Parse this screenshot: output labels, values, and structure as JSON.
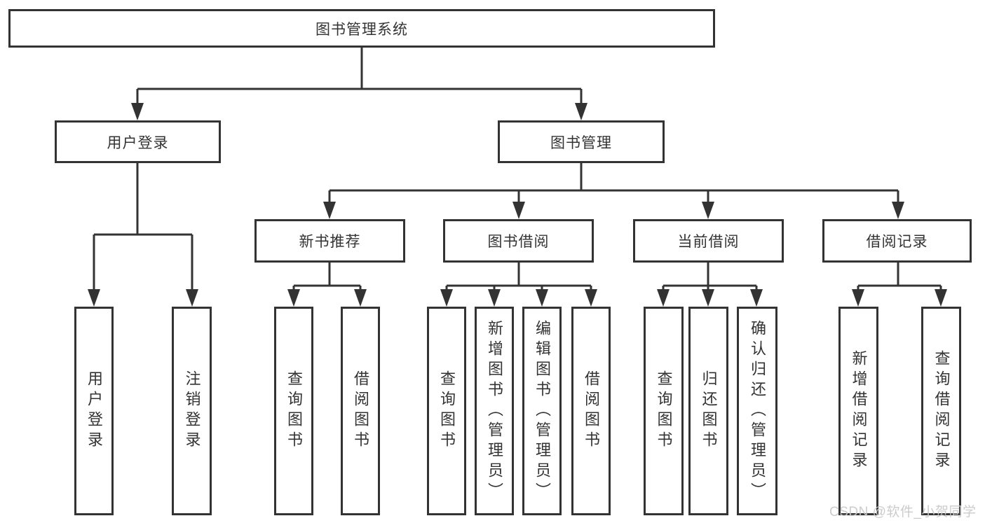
{
  "diagram": {
    "root": "图书管理系统",
    "branches": [
      {
        "id": "user-login",
        "label": "用户登录",
        "children": [
          "用户登录",
          "注销登录"
        ]
      },
      {
        "id": "book-management",
        "label": "图书管理",
        "sections": [
          {
            "label": "新书推荐",
            "children": [
              "查询图书",
              "借阅图书"
            ]
          },
          {
            "label": "图书借阅",
            "children": [
              "查询图书",
              "新增图书（管理员）",
              "编辑图书（管理员）",
              "借阅图书"
            ]
          },
          {
            "label": "当前借阅",
            "children": [
              "查询图书",
              "归还图书",
              "确认归还（管理员）"
            ]
          },
          {
            "label": "借阅记录",
            "children": [
              "新增借阅记录",
              "查询借阅记录"
            ]
          }
        ]
      }
    ]
  },
  "watermark": "CSDN @软件_小贺同学",
  "colors": {
    "line": "#333333",
    "text": "#333333",
    "box_background": "#ffffff",
    "watermark": "#c9c9c9",
    "page_background": "#ffffff"
  }
}
